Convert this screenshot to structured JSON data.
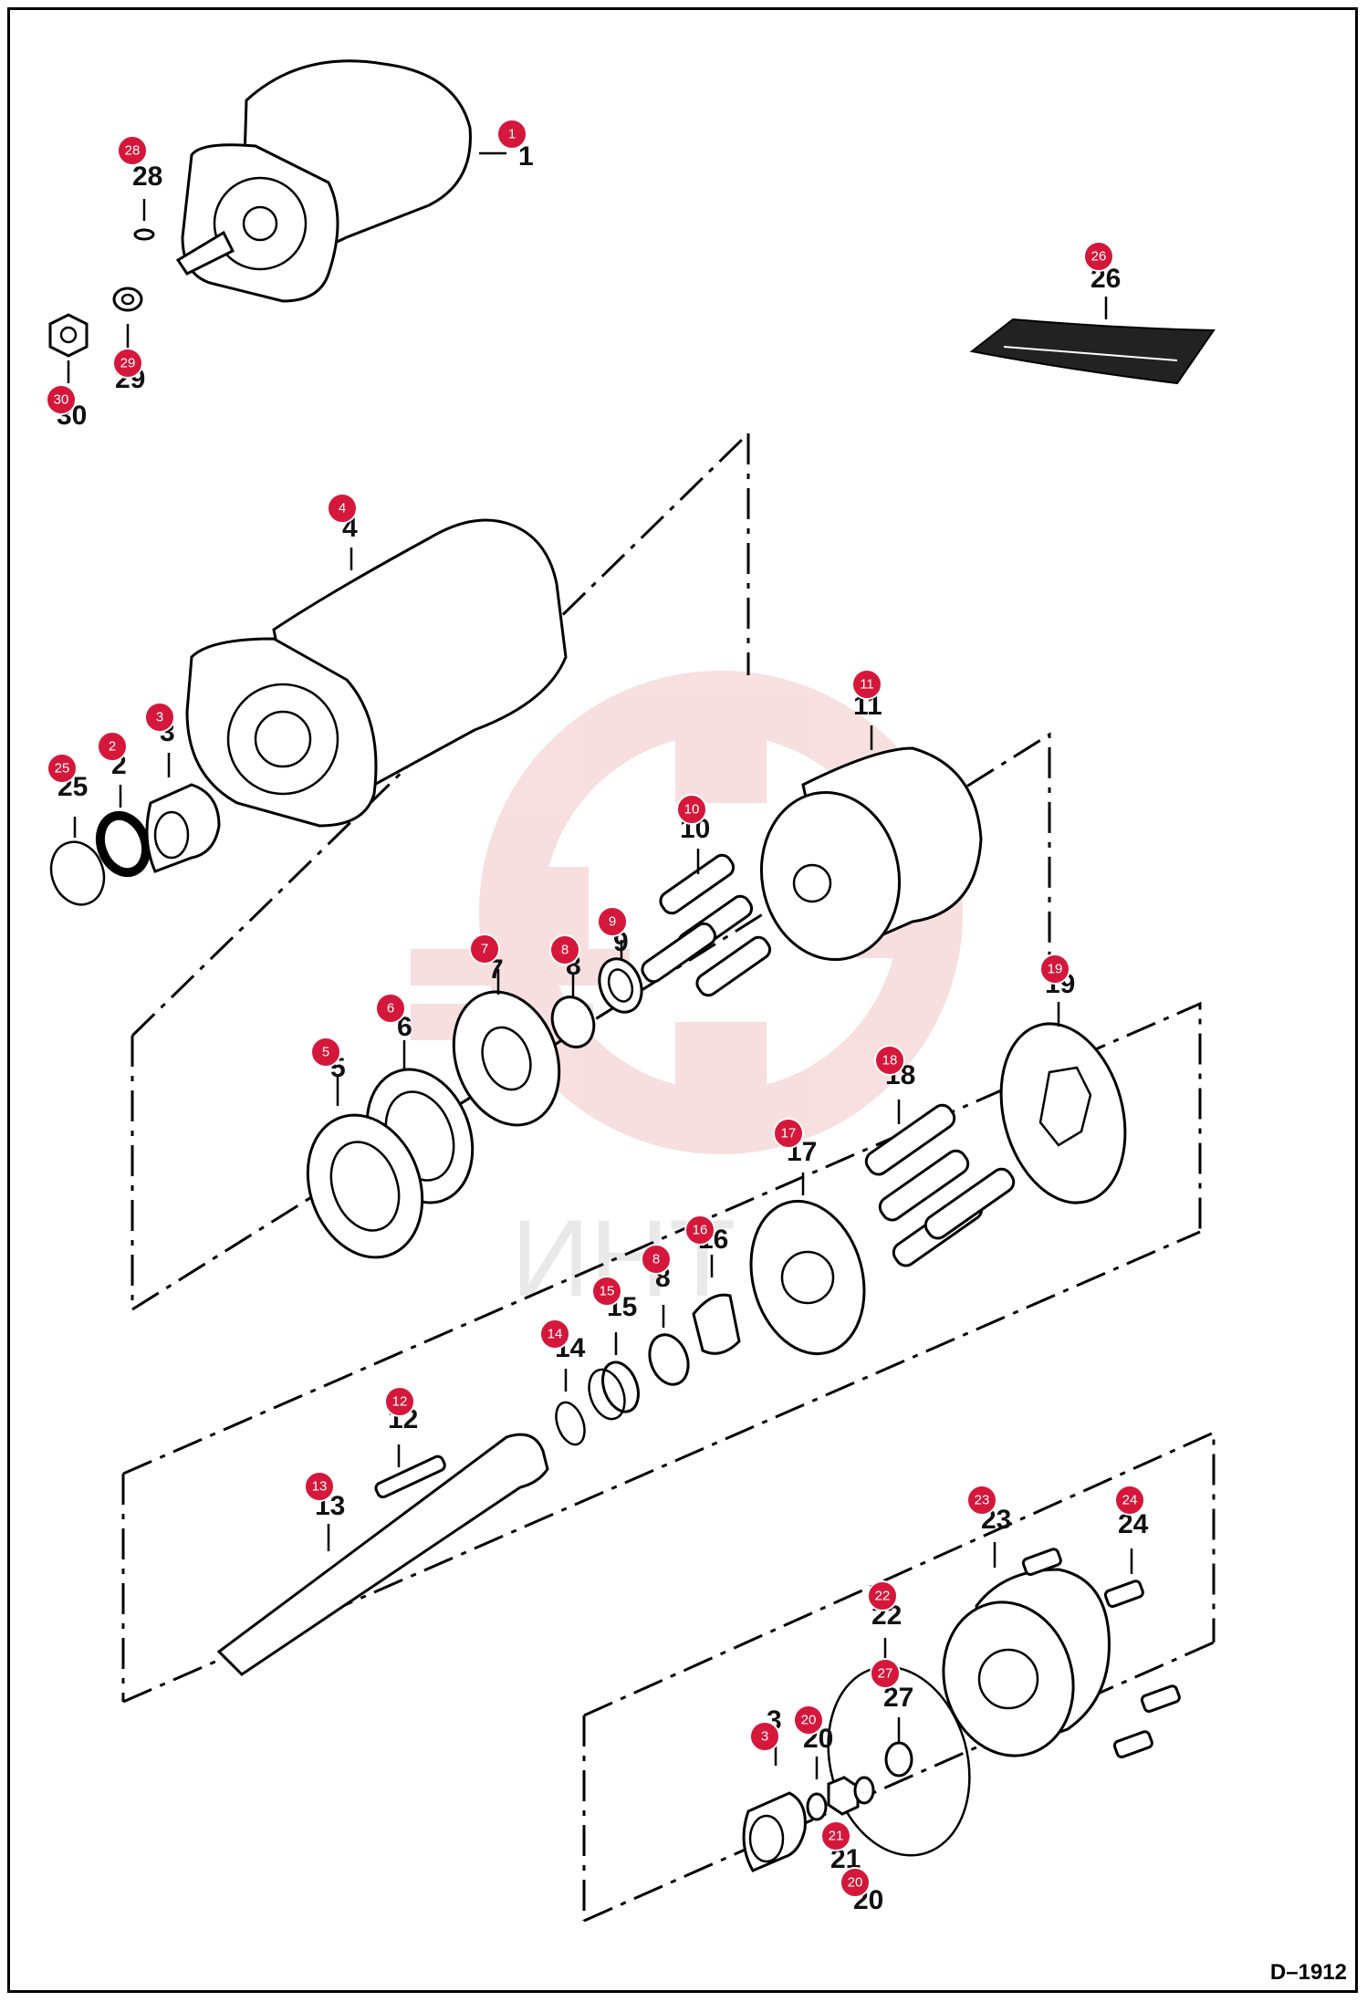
{
  "drawing_code": "D–1912",
  "watermark": {
    "text": "ИНТ",
    "color": "#f3c6c6"
  },
  "badge_color": "#d4173a",
  "callouts": [
    {
      "id": "c1",
      "number": "1",
      "label": "1"
    },
    {
      "id": "c28",
      "number": "28",
      "label": "28"
    },
    {
      "id": "c29",
      "number": "29",
      "label": "29"
    },
    {
      "id": "c30",
      "number": "30",
      "label": "30"
    },
    {
      "id": "c26",
      "number": "26",
      "label": "26"
    },
    {
      "id": "c4",
      "number": "4",
      "label": "4"
    },
    {
      "id": "c25",
      "number": "25",
      "label": "25"
    },
    {
      "id": "c2",
      "number": "2",
      "label": "2"
    },
    {
      "id": "c3a",
      "number": "3",
      "label": "3"
    },
    {
      "id": "c11",
      "number": "11",
      "label": "11"
    },
    {
      "id": "c10",
      "number": "10",
      "label": "10"
    },
    {
      "id": "c9",
      "number": "9",
      "label": "9"
    },
    {
      "id": "c8a",
      "number": "8",
      "label": "8"
    },
    {
      "id": "c7",
      "number": "7",
      "label": "7"
    },
    {
      "id": "c6",
      "number": "6",
      "label": "6"
    },
    {
      "id": "c5",
      "number": "5",
      "label": "5"
    },
    {
      "id": "c19",
      "number": "19",
      "label": "19"
    },
    {
      "id": "c18",
      "number": "18",
      "label": "18"
    },
    {
      "id": "c17",
      "number": "17",
      "label": "17"
    },
    {
      "id": "c16",
      "number": "16",
      "label": "16"
    },
    {
      "id": "c8b",
      "number": "8",
      "label": "8"
    },
    {
      "id": "c15",
      "number": "15",
      "label": "15"
    },
    {
      "id": "c14",
      "number": "14",
      "label": "14"
    },
    {
      "id": "c12",
      "number": "12",
      "label": "12"
    },
    {
      "id": "c13",
      "number": "13",
      "label": "13"
    },
    {
      "id": "c23",
      "number": "23",
      "label": "23"
    },
    {
      "id": "c24",
      "number": "24",
      "label": "24"
    },
    {
      "id": "c22",
      "number": "22",
      "label": "22"
    },
    {
      "id": "c27",
      "number": "27",
      "label": "27"
    },
    {
      "id": "c3b",
      "number": "3",
      "label": "3"
    },
    {
      "id": "c20a",
      "number": "20",
      "label": "20"
    },
    {
      "id": "c21",
      "number": "21",
      "label": "21"
    },
    {
      "id": "c20b",
      "number": "20",
      "label": "20"
    }
  ]
}
